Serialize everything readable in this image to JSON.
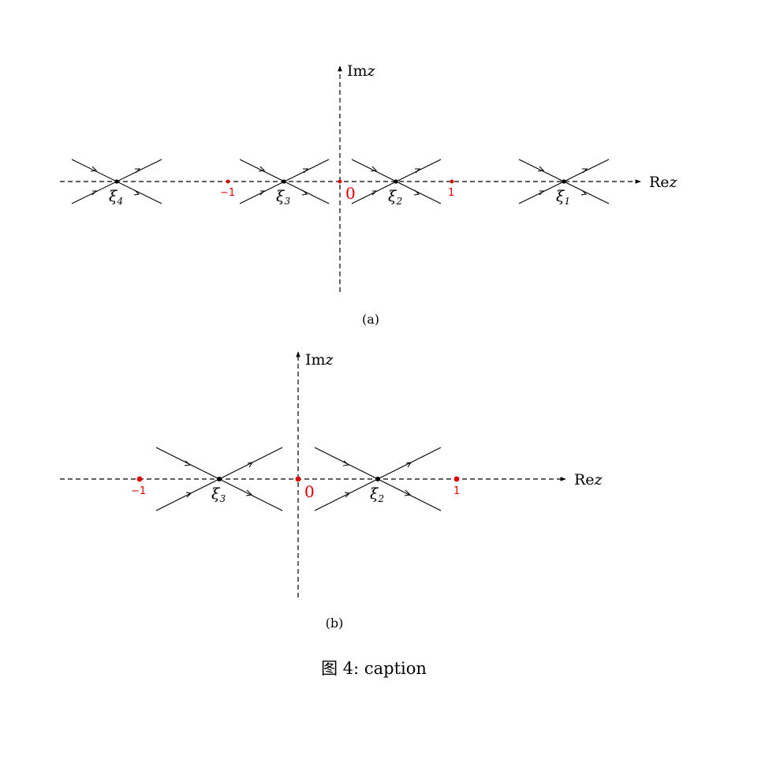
{
  "panel_a": {
    "axis_real_label": "Re",
    "axis_real_var": "z",
    "axis_imag_label": "Im",
    "axis_imag_var": "z",
    "origin_label": "0",
    "minus_one_label": "−1",
    "one_label": "1",
    "xi_labels": [
      {
        "sym": "ξ",
        "sub": "4"
      },
      {
        "sym": "ξ",
        "sub": "3"
      },
      {
        "sym": "ξ",
        "sub": "2"
      },
      {
        "sym": "ξ",
        "sub": "1"
      }
    ],
    "tag": "(a)"
  },
  "panel_b": {
    "axis_real_label": "Re",
    "axis_real_var": "z",
    "axis_imag_label": "Im",
    "axis_imag_var": "z",
    "origin_label": "0",
    "minus_one_label": "−1",
    "one_label": "1",
    "xi_labels": [
      {
        "sym": "ξ",
        "sub": "3"
      },
      {
        "sym": "ξ",
        "sub": "2"
      }
    ],
    "tag": "(b)"
  },
  "caption": "图 4: caption",
  "colors": {
    "marked_points": "#e00000",
    "curves": "#000000"
  }
}
